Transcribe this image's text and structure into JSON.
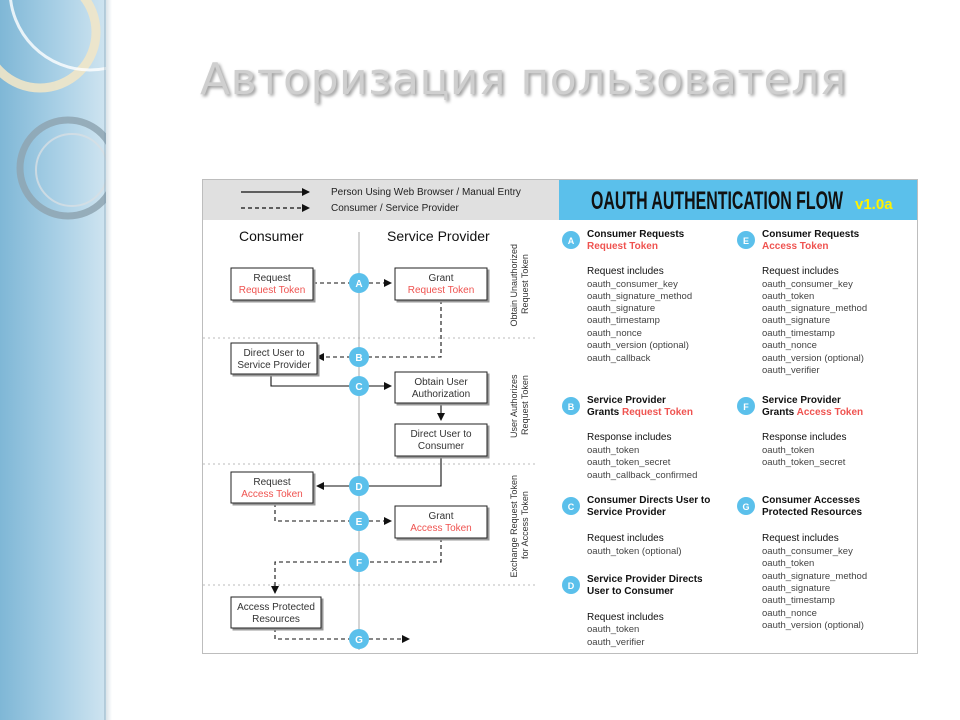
{
  "slide": {
    "title": "Авторизация пользователя"
  },
  "legend": {
    "solid": "Person Using Web Browser / Manual Entry",
    "dashed": "Consumer / Service Provider"
  },
  "header": {
    "title": "OAUTH AUTHENTICATION FLOW",
    "version": "v1.0a"
  },
  "columns": {
    "consumer": "Consumer",
    "provider": "Service Provider"
  },
  "phases": [
    {
      "line1": "Obtain Unauthorized",
      "line2": "Request Token"
    },
    {
      "line1": "User Authorizes",
      "line2": "Request Token"
    },
    {
      "line1": "Exchange Request Token",
      "line2": "for Access Token"
    }
  ],
  "boxes": {
    "request_rt": {
      "line1": "Request",
      "line2": "Request Token"
    },
    "grant_rt": {
      "line1": "Grant",
      "line2": "Request Token"
    },
    "direct_sp": {
      "line1": "Direct User to",
      "line2": "Service Provider"
    },
    "obtain_auth": {
      "line1": "Obtain User",
      "line2": "Authorization"
    },
    "direct_consumer": {
      "line1": "Direct User to",
      "line2": "Consumer"
    },
    "request_at": {
      "line1": "Request",
      "line2": "Access Token"
    },
    "grant_at": {
      "line1": "Grant",
      "line2": "Access Token"
    },
    "access_pr": {
      "line1": "Access Protected",
      "line2": "Resources"
    }
  },
  "steps": [
    "A",
    "B",
    "C",
    "D",
    "E",
    "F",
    "G"
  ],
  "descriptions": {
    "A": {
      "badge": "A",
      "title1": "Consumer Requests",
      "title2": "Request Token",
      "includes": "Request includes",
      "params": [
        "oauth_consumer_key",
        "oauth_signature_method",
        "oauth_signature",
        "oauth_timestamp",
        "oauth_nonce",
        "oauth_version (optional)",
        "oauth_callback"
      ]
    },
    "B": {
      "badge": "B",
      "title1": "Service Provider",
      "title2a": "Grants ",
      "title2b": "Request Token",
      "includes": "Response includes",
      "params": [
        "oauth_token",
        "oauth_token_secret",
        "oauth_callback_confirmed"
      ]
    },
    "C": {
      "badge": "C",
      "title1": "Consumer Directs User to",
      "title2": "Service Provider",
      "includes": "Request includes",
      "params": [
        "oauth_token (optional)"
      ]
    },
    "D": {
      "badge": "D",
      "title1": "Service Provider Directs",
      "title2": "User to Consumer",
      "includes": "Request includes",
      "params": [
        "oauth_token",
        "oauth_verifier"
      ]
    },
    "E": {
      "badge": "E",
      "title1": "Consumer Requests",
      "title2": "Access Token",
      "includes": "Request includes",
      "params": [
        "oauth_consumer_key",
        "oauth_token",
        "oauth_signature_method",
        "oauth_signature",
        "oauth_timestamp",
        "oauth_nonce",
        "oauth_version (optional)",
        "oauth_verifier"
      ]
    },
    "F": {
      "badge": "F",
      "title1": "Service Provider",
      "title2a": "Grants ",
      "title2b": "Access Token",
      "includes": "Response includes",
      "params": [
        "oauth_token",
        "oauth_token_secret"
      ]
    },
    "G": {
      "badge": "G",
      "title1": "Consumer Accesses",
      "title2": "Protected Resources",
      "includes": "Request includes",
      "params": [
        "oauth_consumer_key",
        "oauth_token",
        "oauth_signature_method",
        "oauth_signature",
        "oauth_timestamp",
        "oauth_nonce",
        "oauth_version (optional)"
      ]
    }
  },
  "colors": {
    "accent_blue": "#5bc0eb",
    "highlight_red": "#ef5350",
    "version_yellow": "#fff200",
    "text_dark": "#222222",
    "legend_bg": "#e0e0e0"
  }
}
